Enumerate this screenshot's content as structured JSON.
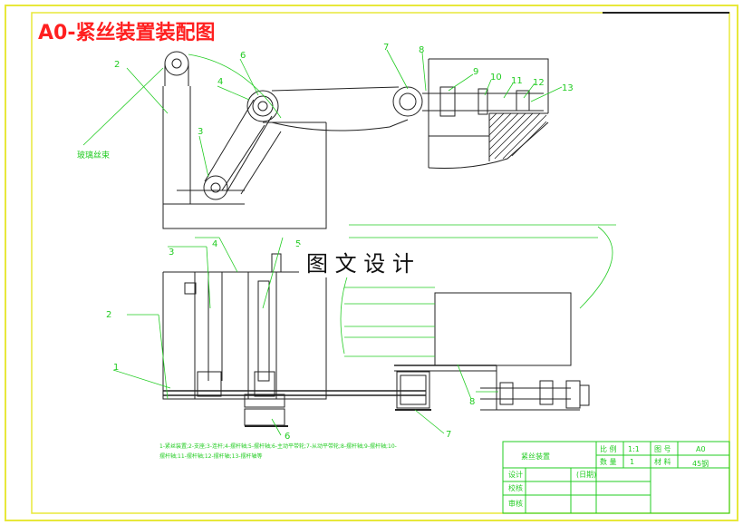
{
  "title": "A0-紧丝装置装配图",
  "watermark": "图 文 设 计",
  "fiber_label": "玻璃丝束",
  "callouts_top": {
    "c2": "2",
    "c6": "6",
    "c4": "4",
    "c3": "3",
    "c7": "7",
    "c8": "8",
    "c9": "9",
    "c10": "10",
    "c11": "11",
    "c12": "12",
    "c13": "13"
  },
  "callouts_bottom": {
    "c3": "3",
    "c4": "4",
    "c5": "5",
    "c2": "2",
    "c1": "1",
    "c6": "6",
    "c7": "7",
    "c8": "8"
  },
  "parts_list": {
    "line1": "1-紧丝装置;2-支座;3-连杆;4-摆杆轴;5-摆杆轴;6-主动平带轮;7-从动平带轮;8-摆杆轴;9-摆杆轴;10-",
    "line2": "摆杆轴;11-摆杆轴;12-摆杆轴;13-摆杆轴等"
  },
  "title_block": {
    "name": "紧丝装置",
    "scale_label": "比 例",
    "scale_value": "1:1",
    "drawing_no_label": "图 号",
    "drawing_no_value": "A0",
    "qty_label": "数 量",
    "qty_value": "1",
    "material_label": "材 料",
    "material_value": "45钢",
    "designer_label": "设计",
    "date_label": "(日期)",
    "checker_label": "校核",
    "approver_label": "审核"
  },
  "colors": {
    "border": "#e8e83a",
    "title": "#ff2020",
    "geometry": "#222222",
    "annotation": "#22cc22",
    "hatch": "#222222"
  }
}
